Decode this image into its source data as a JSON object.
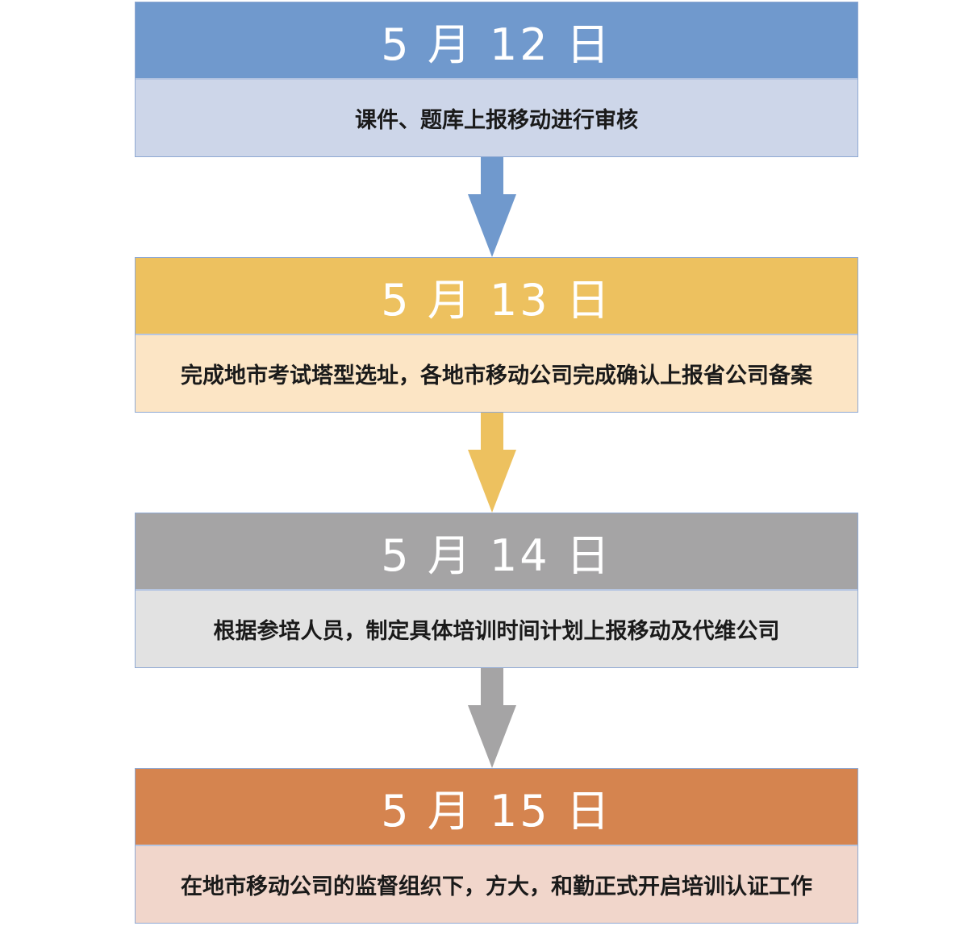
{
  "steps": [
    {
      "date": "5 月 12 日",
      "description": "课件、题库上报移动进行审核",
      "header_color": "#7099cd",
      "body_color": "#cdd6e9"
    },
    {
      "date": "5 月 13 日",
      "description": "完成地市考试塔型选址，各地市移动公司完成确认上报省公司备案",
      "header_color": "#edc15f",
      "body_color": "#fce5c5"
    },
    {
      "date": "5 月 14 日",
      "description": "根据参培人员，制定具体培训时间计划上报移动及代维公司",
      "header_color": "#a5a4a5",
      "body_color": "#e2e2e2"
    },
    {
      "date": "5 月 15 日",
      "description": "在地市移动公司的监督组织下，方大，和勤正式开启培训认证工作",
      "header_color": "#d5844f",
      "body_color": "#f1d6cb"
    }
  ],
  "arrows": [
    {
      "color": "#7099cd"
    },
    {
      "color": "#edc15f"
    },
    {
      "color": "#a5a4a5"
    }
  ]
}
